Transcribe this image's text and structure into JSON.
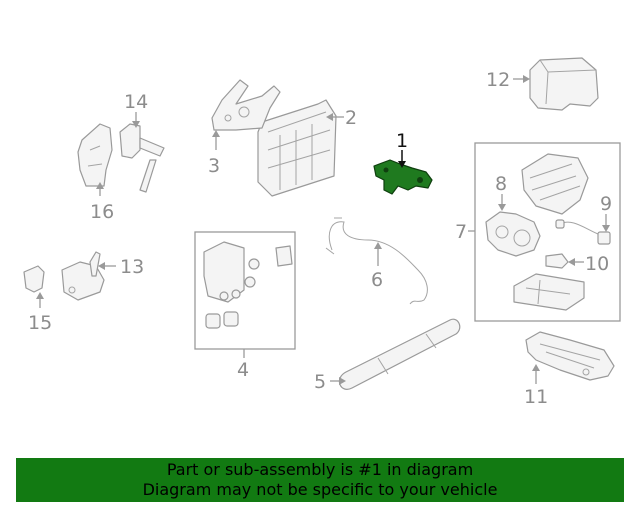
{
  "callouts": {
    "c1": "1",
    "c2": "2",
    "c3": "3",
    "c4": "4",
    "c5": "5",
    "c6": "6",
    "c7": "7",
    "c8": "8",
    "c9": "9",
    "c10": "10",
    "c11": "11",
    "c12": "12",
    "c13": "13",
    "c14": "14",
    "c15": "15",
    "c16": "16"
  },
  "banner": {
    "line1": "Part or sub-assembly is #1 in diagram",
    "line2": "Diagram may not be specific to your vehicle"
  },
  "colors": {
    "highlight_part": "#1f7a1f",
    "banner_background": "#127a12",
    "line_art": "#9a9a9a"
  }
}
